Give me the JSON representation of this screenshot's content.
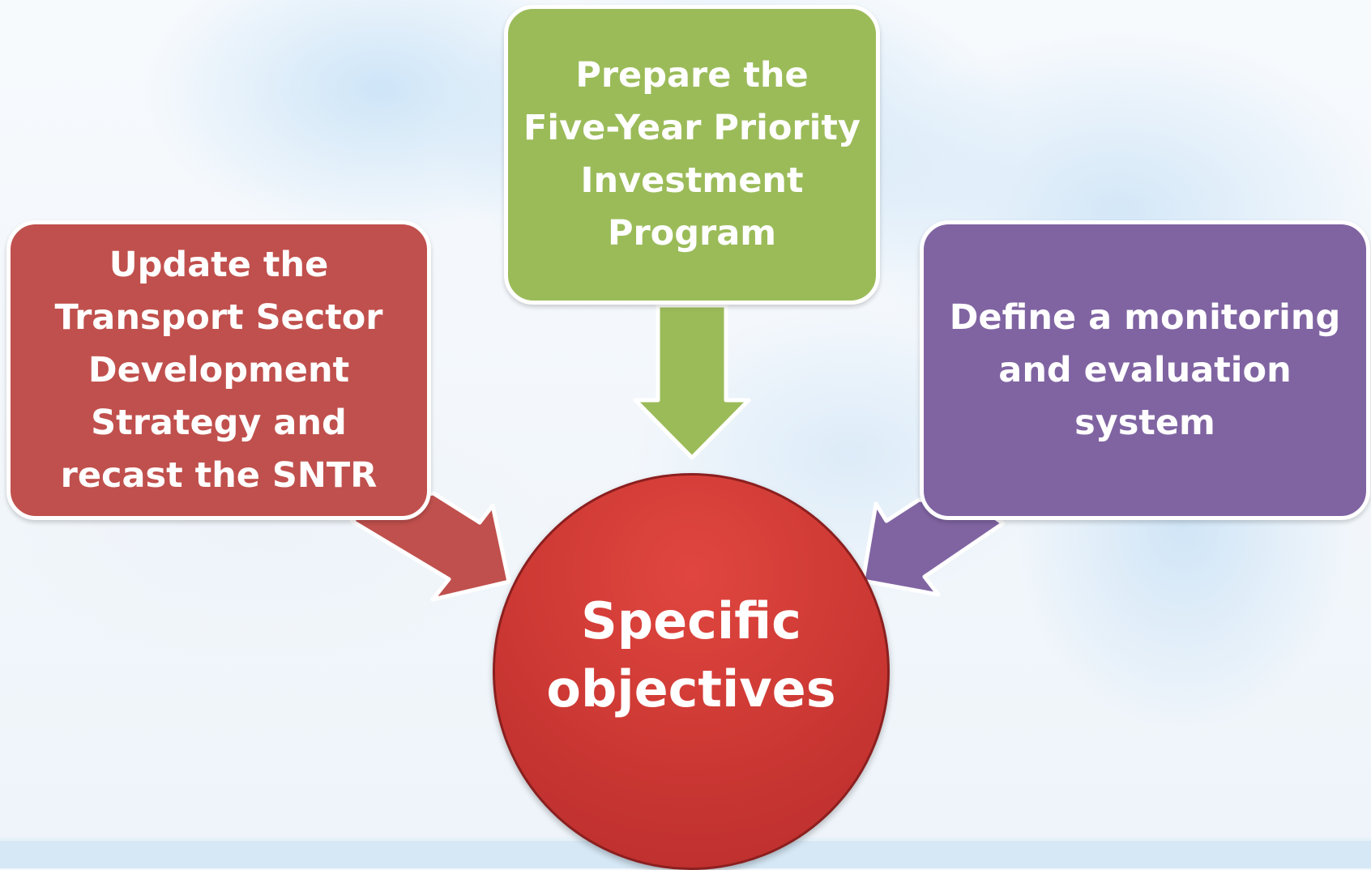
{
  "diagram": {
    "center": {
      "label": "Specific objectives",
      "color": "#c9372f"
    },
    "boxes": [
      {
        "id": "left",
        "label": "Update the Transport Sector Development Strategy and recast the SNTR",
        "color": "#c0504d"
      },
      {
        "id": "top",
        "label": "Prepare the Five-Year Priority Investment Program",
        "color": "#9bbb59"
      },
      {
        "id": "right",
        "label": "Define a monitoring and evaluation system",
        "color": "#8064a2"
      }
    ]
  }
}
